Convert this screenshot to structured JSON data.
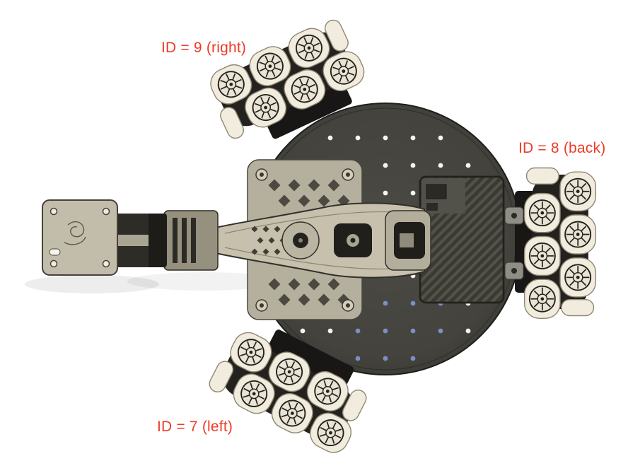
{
  "figure": {
    "description": "Top view of a three-wheeled omnidirectional robot with a manipulator arm, wheel IDs annotated",
    "labels": {
      "wheel_right": "ID = 9 (right)",
      "wheel_back": "ID = 8 (back)",
      "wheel_left": "ID = 7 (left)"
    }
  },
  "colors": {
    "label_red": "#ee3b26",
    "background": "#ffffff",
    "base_plate": "#45443e",
    "wheel_roller": "#f1ecdd",
    "arm_body": "#c6c0ad",
    "dot_white": "#f5f3ec",
    "dot_blue": "#7b8fc7"
  }
}
